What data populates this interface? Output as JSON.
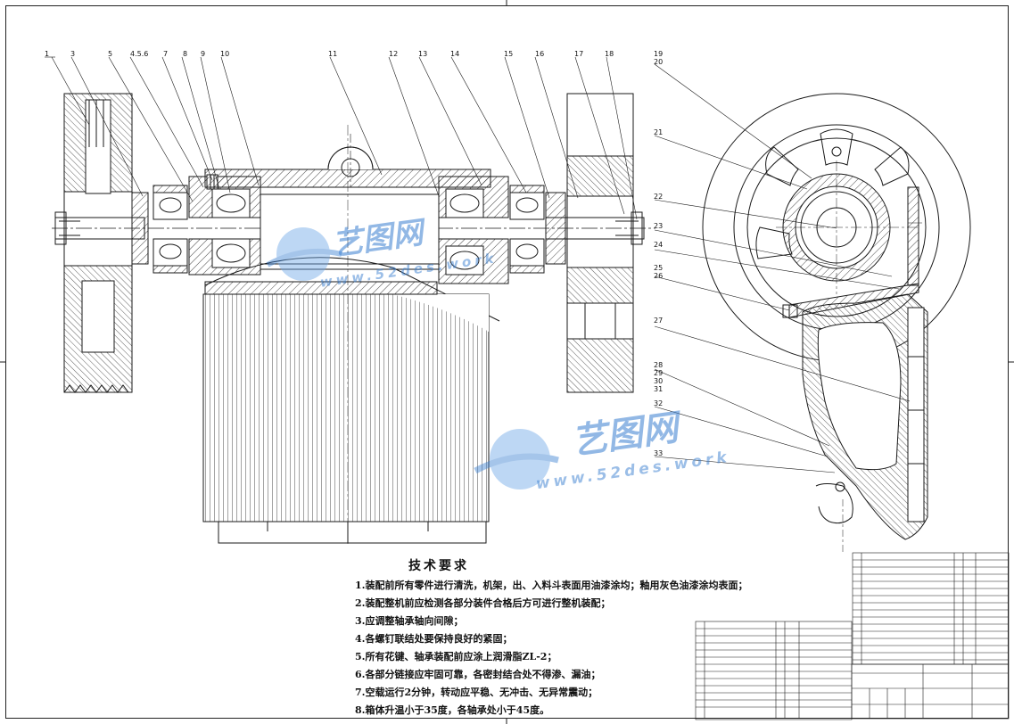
{
  "callouts": {
    "c1": "1",
    "c3": "3",
    "c5": "5",
    "c456": "4.5.6",
    "c7": "7",
    "c8": "8",
    "c9": "9",
    "c10": "10",
    "c11": "11",
    "c12": "12",
    "c13": "13",
    "c14": "14",
    "c15": "15",
    "c16": "16",
    "c17": "17",
    "c18": "18",
    "c19": "19",
    "c20": "20",
    "c21": "21",
    "c22": "22",
    "c23": "23",
    "c24": "24",
    "c25": "25",
    "c26": "26",
    "c27": "27",
    "c28": "28",
    "c29": "29",
    "c30": "30",
    "c31": "31",
    "c32": "32",
    "c33": "33"
  },
  "technical_requirements": {
    "title": "技术要求",
    "items": [
      "1.装配前所有零件进行清洗，机架，出、入料斗表面用油漆涂均；釉用灰色油漆涂均表面；",
      "2.装配整机前应检测各部分装件合格后方可进行整机装配；",
      "3.应调整轴承轴向间隙；",
      "4.各螺钉联结处要保持良好的紧固；",
      "5.所有花键、轴承装配前应涂上润滑脂ZL-2；",
      "6.各部分链接应牢固可靠，各密封结合处不得渗、漏油；",
      "7.空载运行2分钟，转动应平稳、无冲击、无异常震动；",
      "8.箱体升温小于35度，各轴承处小于45度。"
    ]
  },
  "watermark": {
    "brand": "艺图网",
    "url": "www.52des.work"
  },
  "colors": {
    "line": "#1a1a1a",
    "watermark": "#3a7fd1"
  }
}
